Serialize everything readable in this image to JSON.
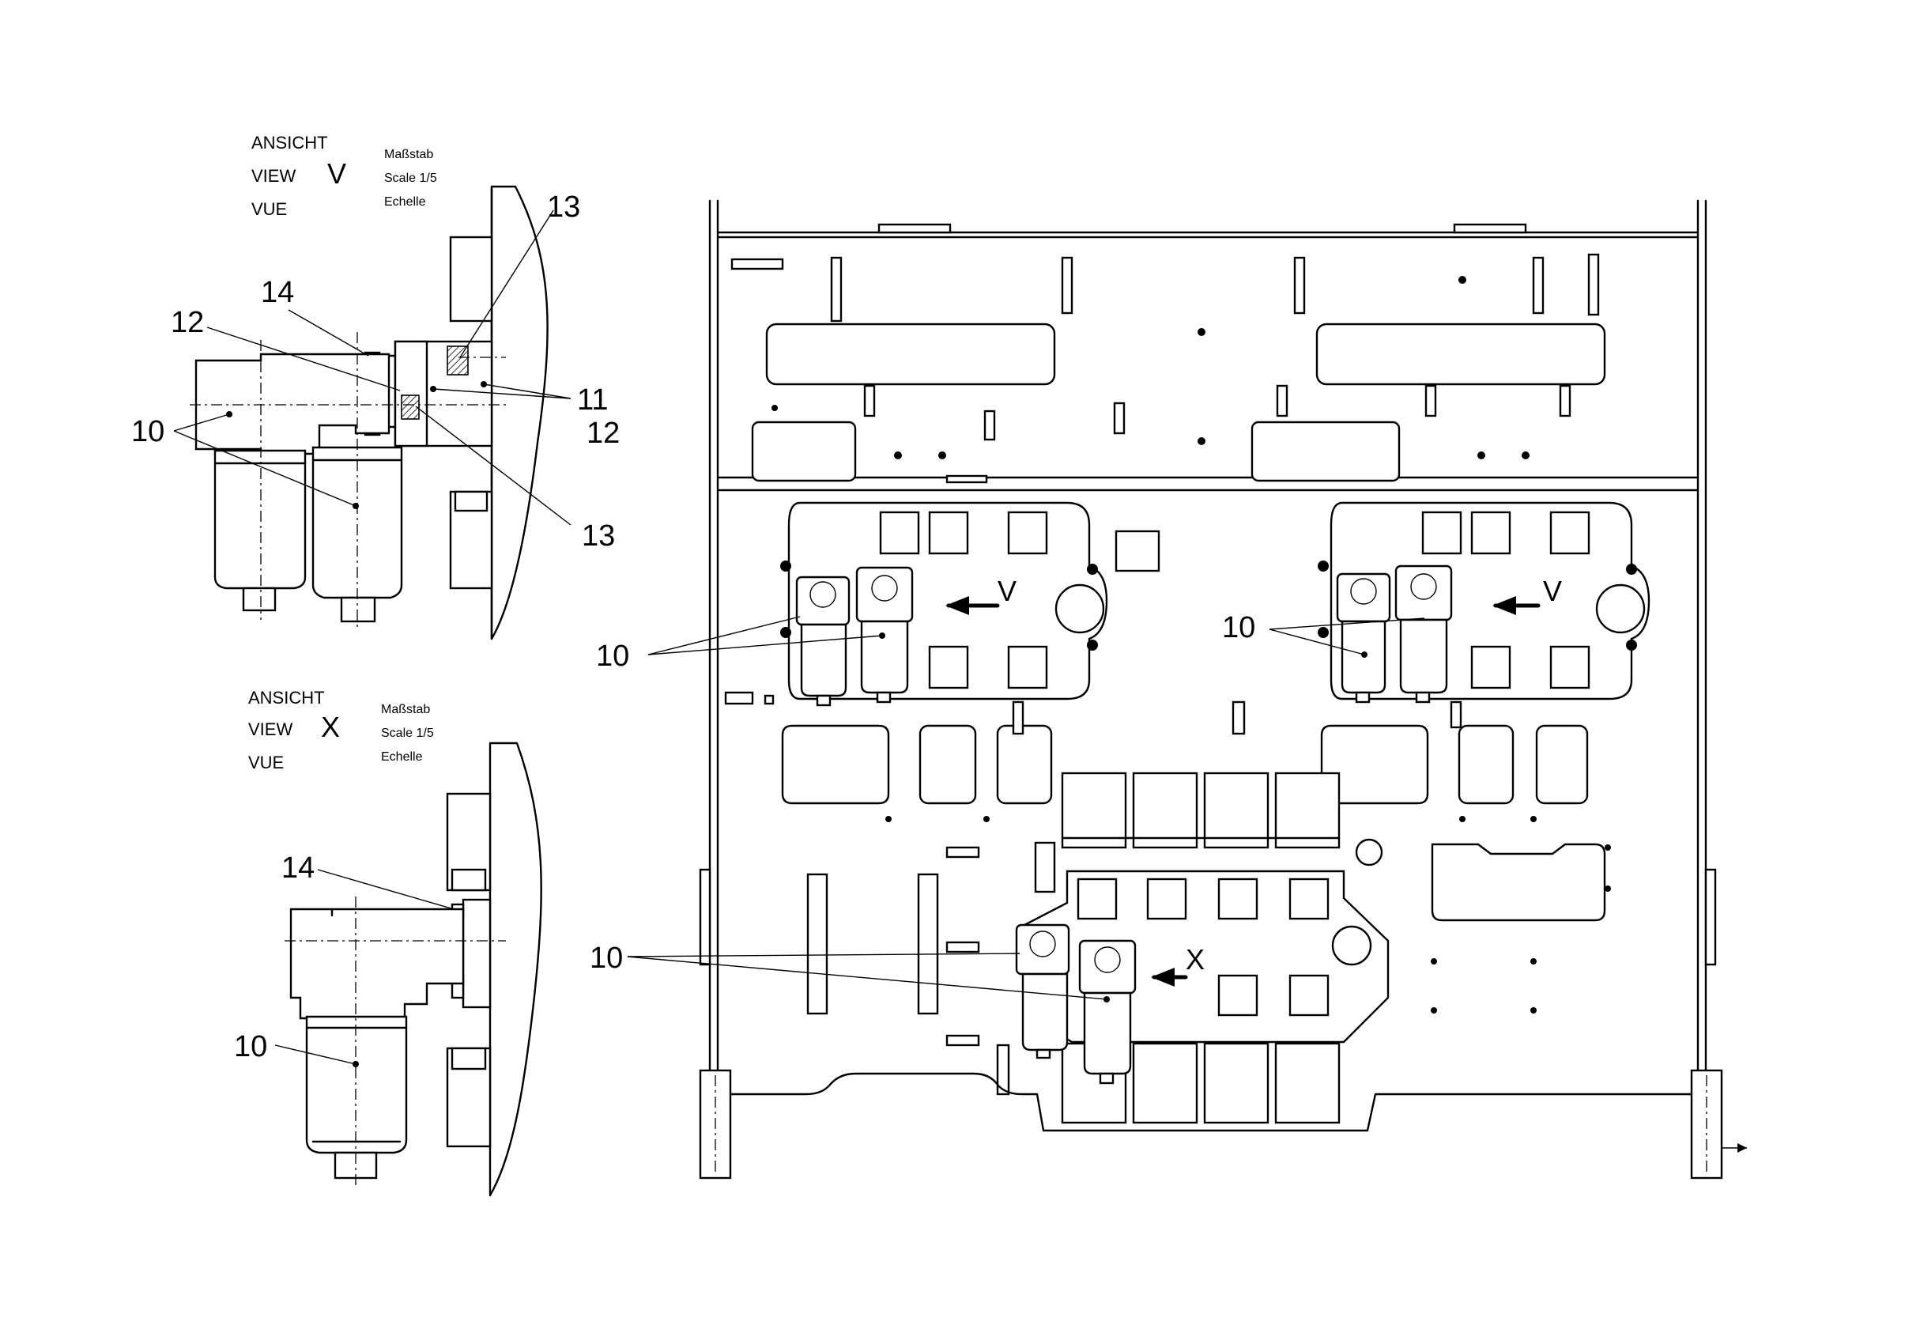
{
  "view_v": {
    "caption_lines": [
      "ANSICHT",
      "VIEW",
      "VUE"
    ],
    "letter": "V",
    "scale_lines": [
      "Maßstab",
      "Scale 1/5",
      "Echelle"
    ],
    "callouts": [
      "10",
      "11",
      "12",
      "12",
      "13",
      "13",
      "14"
    ]
  },
  "view_x": {
    "caption_lines": [
      "ANSICHT",
      "VIEW",
      "VUE"
    ],
    "letter": "X",
    "scale_lines": [
      "Maßstab",
      "Scale 1/5",
      "Echelle"
    ],
    "callouts": [
      "10",
      "14"
    ]
  },
  "main": {
    "callouts": [
      "10",
      "10",
      "10"
    ],
    "arrows": [
      "V",
      "V",
      "X"
    ]
  }
}
